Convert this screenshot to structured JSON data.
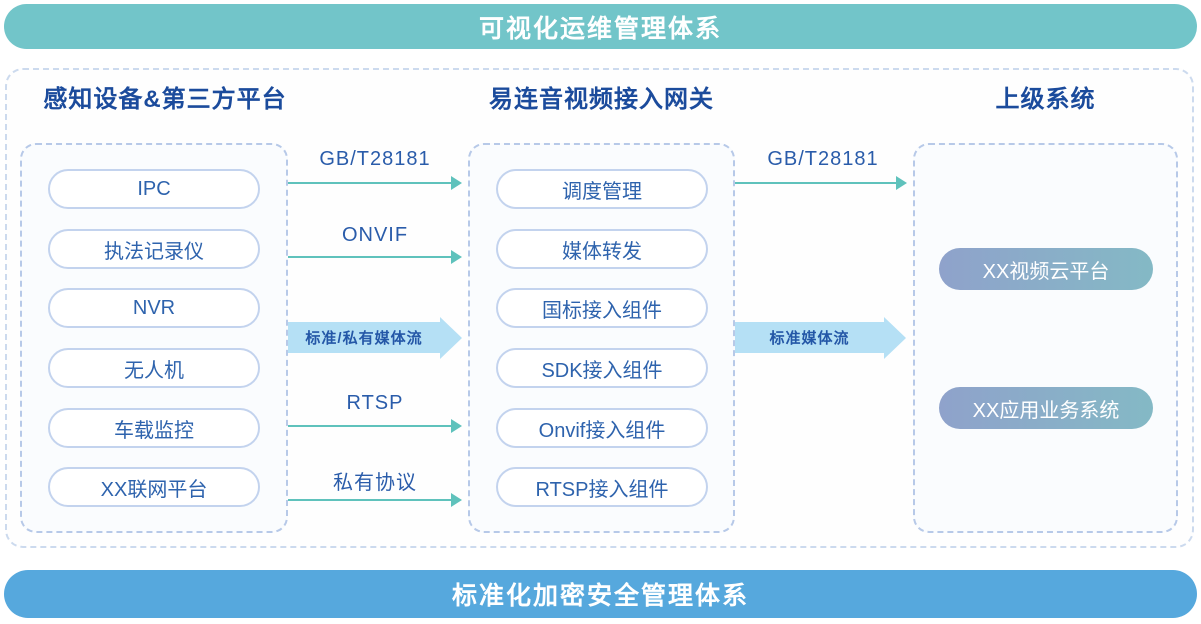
{
  "top_banner": "可视化运维管理体系",
  "bottom_banner": "标准化加密安全管理体系",
  "columns": {
    "devices": {
      "title": "感知设备&第三方平台",
      "items": [
        "IPC",
        "执法记录仪",
        "NVR",
        "无人机",
        "车载监控",
        "XX联网平台"
      ]
    },
    "gateway": {
      "title": "易连音视频接入网关",
      "items": [
        "调度管理",
        "媒体转发",
        "国标接入组件",
        "SDK接入组件",
        "Onvif接入组件",
        "RTSP接入组件"
      ]
    },
    "upper": {
      "title": "上级系统",
      "items": [
        "XX视频云平台",
        "XX应用业务系统"
      ]
    }
  },
  "arrows": {
    "devices_to_gateway": [
      {
        "label": "GB/T28181",
        "style": "thin"
      },
      {
        "label": "ONVIF",
        "style": "thin"
      },
      {
        "label": "标准/私有媒体流",
        "style": "big"
      },
      {
        "label": "RTSP",
        "style": "thin"
      },
      {
        "label": "私有协议",
        "style": "thin"
      }
    ],
    "gateway_to_upper": [
      {
        "label": "GB/T28181",
        "style": "thin"
      },
      {
        "label": "标准媒体流",
        "style": "big"
      }
    ]
  },
  "colors": {
    "top_banner_bg": "#72c5c9",
    "bottom_banner_bg": "#56a8dd",
    "heading_text": "#1b4b9c",
    "pill_text": "#2e63ad",
    "pill_border": "#c3d3ee",
    "thin_arrow": "#5fc2bc",
    "big_arrow_fill": "#b5e0f5",
    "arrow_label_text": "#2a5caa",
    "gradient_pill_start": "#8fa2cb",
    "gradient_pill_end": "#84b9c5"
  }
}
